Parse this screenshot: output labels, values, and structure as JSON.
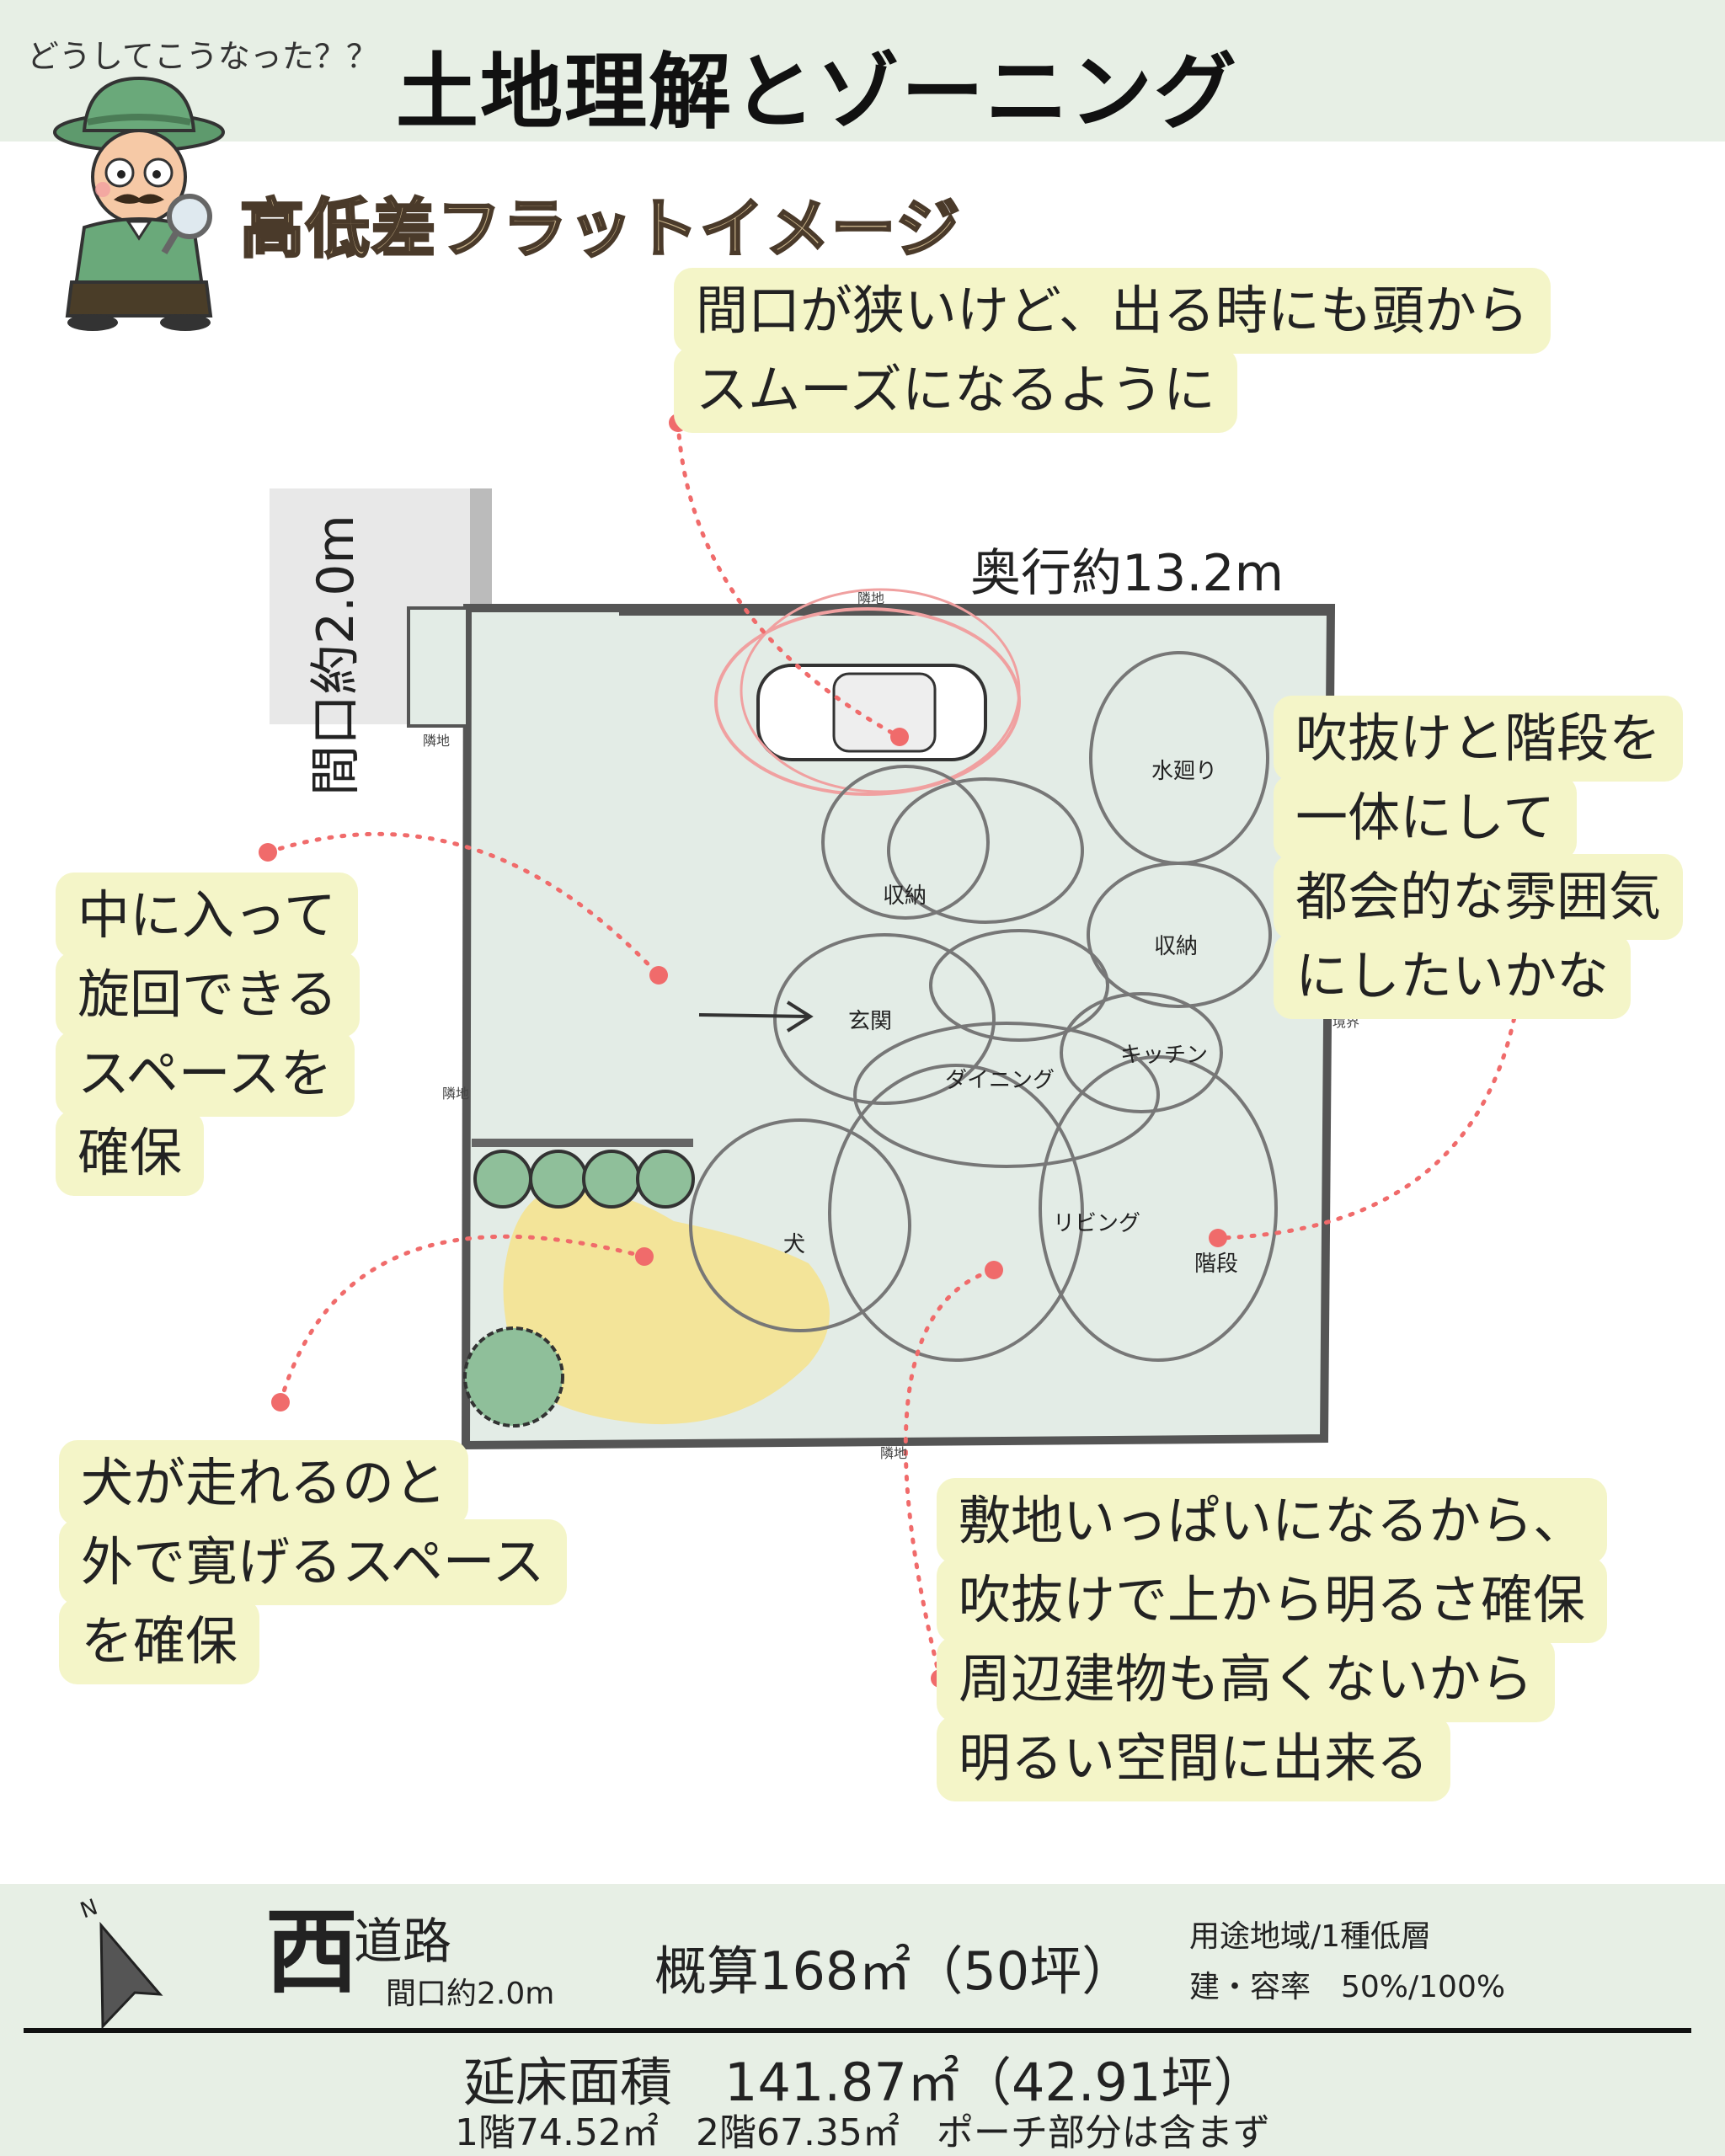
{
  "header": {
    "question": "どうしてこうなった？？",
    "title": "土地理解とゾーニング",
    "subtitle": "高低差フラットイメージ"
  },
  "notes": {
    "entrance": [
      "間口が狭いけど、出る時にも頭から",
      "スムーズになるように"
    ],
    "turning": [
      "中に入って",
      "旋回できる",
      "スペースを",
      "確保"
    ],
    "atrium": [
      "吹抜けと階段を",
      "一体にして",
      "都会的な雰囲気",
      "にしたいかな"
    ],
    "dog": [
      "犬が走れるのと",
      "外で寛げるスペース",
      "を確保"
    ],
    "light": [
      "敷地いっぱいになるから、",
      "吹抜けで上から明るさ確保",
      "周辺建物も高くないから",
      "明るい空間に出来る"
    ]
  },
  "plan": {
    "frontage_label": "間口約2.0m",
    "depth_label": "奥行約13.2m",
    "neighbor": "隣地",
    "boundary": "境界",
    "zones": {
      "water": "水廻り",
      "storage1": "収納",
      "storage2": "収納",
      "entry": "玄関",
      "dining": "ダイニング",
      "kitchen": "キッチン",
      "living": "リビング",
      "stairs": "階段",
      "dog": "犬"
    }
  },
  "footer": {
    "direction": "西",
    "road": "道路",
    "road_frontage": "間口約2.0m",
    "area": "概算168㎡（50坪）",
    "zoning": "用途地域/1種低層",
    "ratio": "建・容率　50%/100%",
    "floor_area": "延床面積　141.87㎡（42.91坪）",
    "floor_breakdown": "1階74.52㎡　2階67.35㎡　ポーチ部分は含まず",
    "north": "N"
  },
  "colors": {
    "header_bg": "#e7efe5",
    "note_bg": "#f4f5c8",
    "dot": "#f06b6b",
    "site_fill": "#e3ece6",
    "lawn": "#f4e390",
    "tree": "#8fbf9a"
  }
}
